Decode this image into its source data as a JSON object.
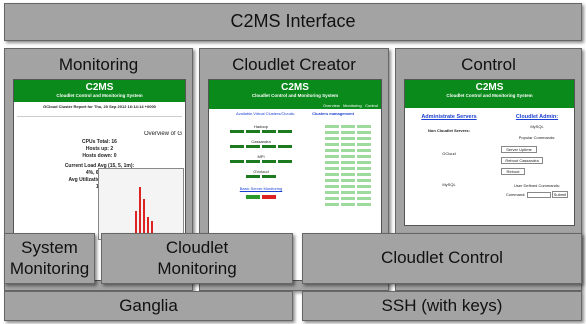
{
  "title": "C2MS Interface",
  "panels": {
    "monitoring": "Monitoring",
    "creator": "Cloudlet Creator",
    "control": "Control"
  },
  "bottom_boxes": {
    "system_monitoring": "System\nMonitoring",
    "cloudlet_monitoring": "Cloudlet\nMonitoring",
    "cloudlet_control": "Cloudlet Control",
    "ganglia": "Ganglia",
    "ssh": "SSH (with keys)"
  },
  "screens": {
    "brand": "C2MS",
    "subtitle": "Cloudlet Control and Monitoring System",
    "monitoring": {
      "report": "GCloud Cluster Report for Thu, 20 Sep 2012 16:14:14 +0000",
      "overview": "Overview of G",
      "cpus_total": "CPUs Total:",
      "cpus_total_val": "16",
      "hosts_up": "Hosts up:",
      "hosts_up_val": "2",
      "hosts_down": "Hosts down:",
      "hosts_down_val": "0",
      "load_avg": "Current Load Avg (15, 5, 1m):",
      "load_avg_val": "4%, 6%, 6%",
      "avg_util": "Avg Utilization (last hour):",
      "avg_util_val": "1%"
    },
    "creator": {
      "left_title": "Available Virtual Clusters/Clouds:",
      "right_title": "Clusters management",
      "groups": [
        "Hadoop",
        "Cassandra",
        "MPI",
        "GVcloud"
      ],
      "basic_monitoring": "Basic Server Monitoring",
      "tabs": [
        "Overview",
        "Monitoring",
        "Control"
      ]
    },
    "control": {
      "administrate": "Administrate Servers",
      "cloudlet_admin": "Cloudlet Admin:",
      "mysql": "MySQL",
      "popular": "Popular Commands:",
      "non_cloudlet": "Non Cloudlet Servers:",
      "gcloud": "GCloud",
      "user_defined": "User Defined Commands:",
      "command": "Command:",
      "buttons": [
        "Server Uptime",
        "Reboot Cassandra",
        "Reboot",
        "Submit"
      ]
    }
  }
}
